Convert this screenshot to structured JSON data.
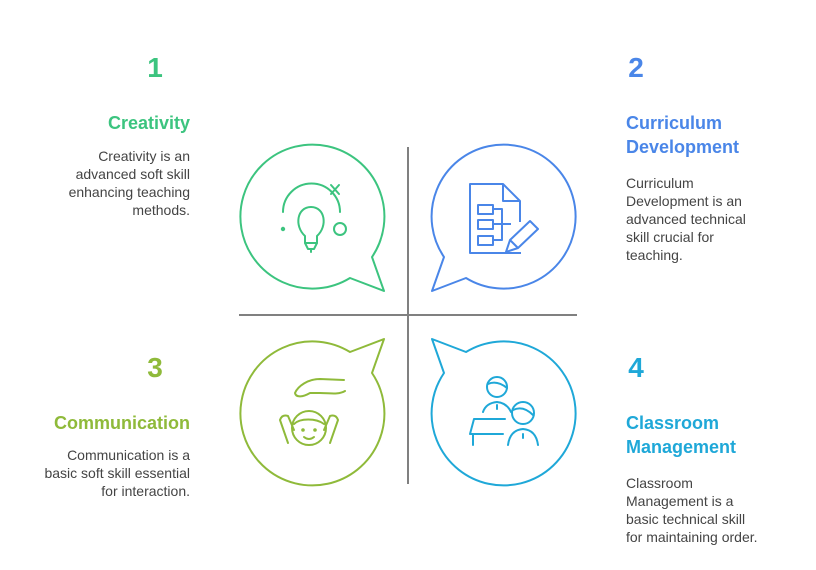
{
  "colors": {
    "creativity": "#3cc47f",
    "curriculum": "#4a86e8",
    "communication": "#8fba3a",
    "classroom": "#1fa8d8",
    "divider": "#808080"
  },
  "quadrants": [
    {
      "number": "1",
      "title": "Creativity",
      "description": "Creativity is an advanced soft skill enhancing teaching methods.",
      "icon": "lightbulb-icon"
    },
    {
      "number": "2",
      "title": "Curriculum Development",
      "description": "Curriculum Development is an advanced technical skill crucial for teaching.",
      "icon": "document-flowchart-pencil-icon"
    },
    {
      "number": "3",
      "title": "Communication",
      "description": "Communication is a basic soft skill essential for interaction.",
      "icon": "hand-over-child-icon"
    },
    {
      "number": "4",
      "title": "Classroom Management",
      "description": "Classroom Management is a basic technical skill for maintaining order.",
      "icon": "teacher-student-desk-icon"
    }
  ]
}
